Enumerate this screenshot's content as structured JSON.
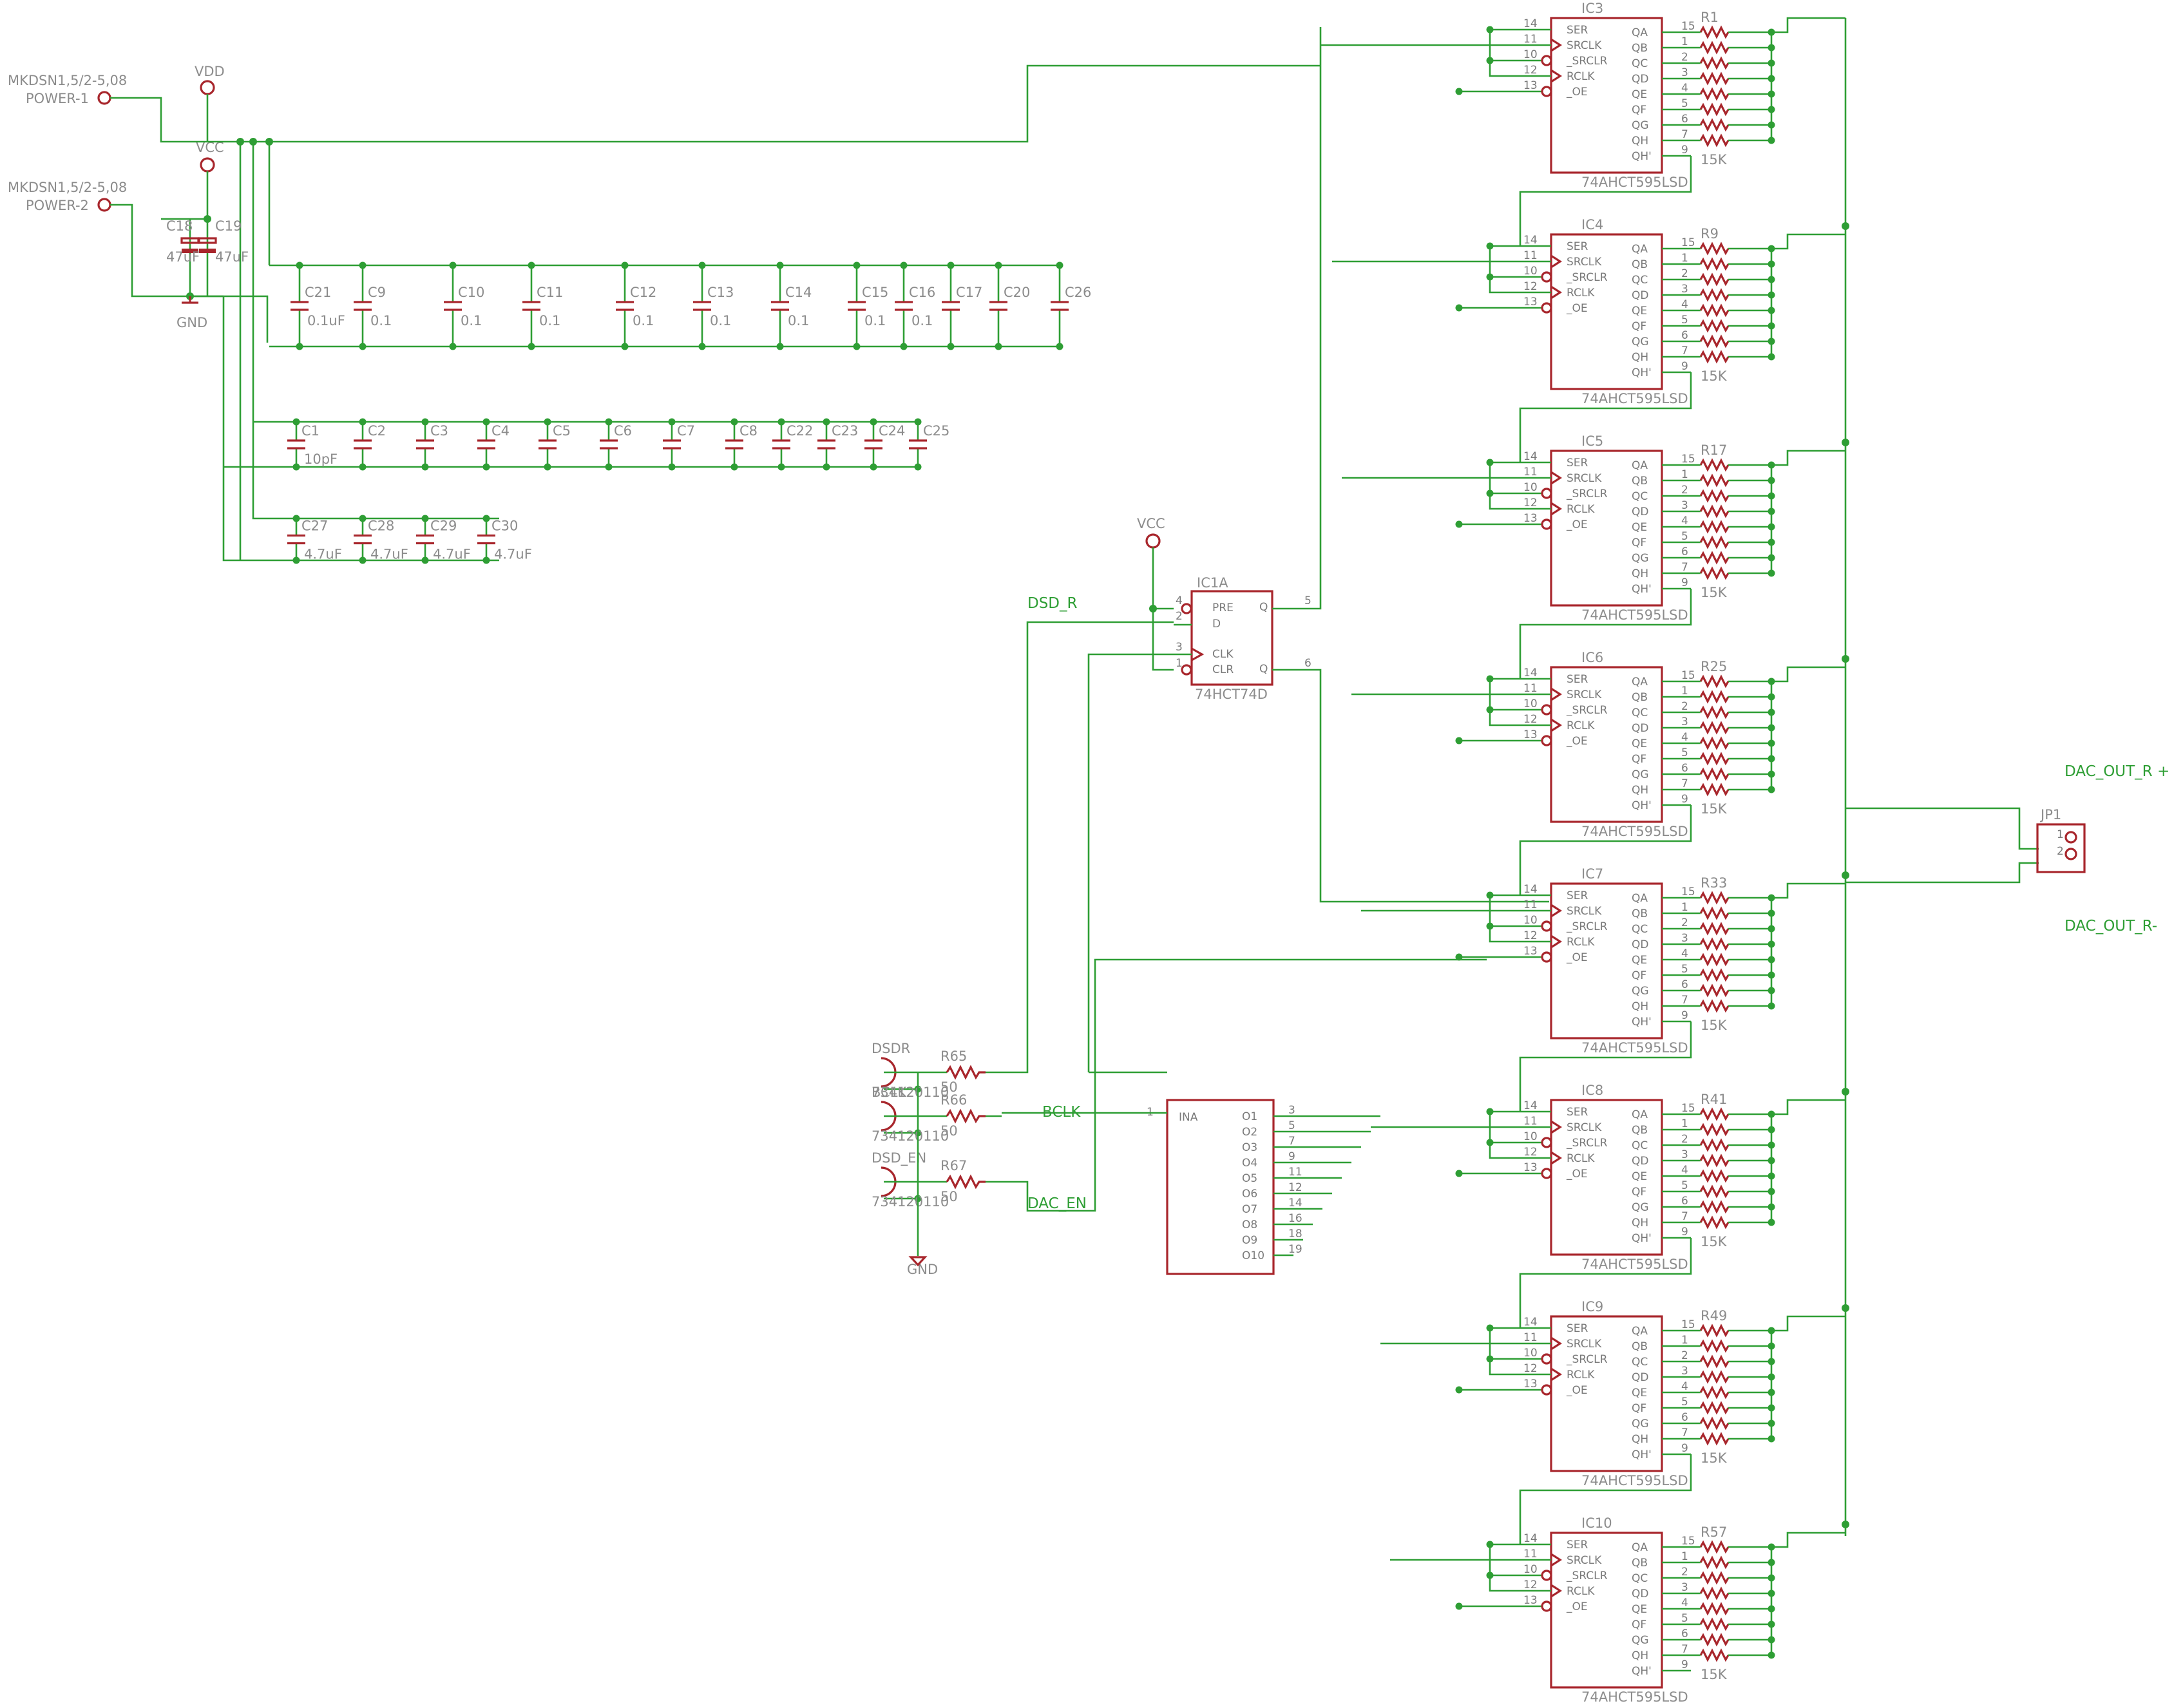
{
  "connectors": [
    {
      "part": "MKDSN1,5/2-5,08",
      "pin": "POWER-1"
    },
    {
      "part": "MKDSN1,5/2-5,08",
      "pin": "POWER-2"
    }
  ],
  "supplies": {
    "vdd": "VDD",
    "vcc": "VCC",
    "gnd": "GND"
  },
  "electrolytics": [
    {
      "name": "C18",
      "value": "47uF"
    },
    {
      "name": "C19",
      "value": "47uF"
    }
  ],
  "cap_row_1": [
    {
      "name": "C21",
      "value": "0.1uF"
    },
    {
      "name": "C9",
      "value": "0.1"
    },
    {
      "name": "C10",
      "value": "0.1"
    },
    {
      "name": "C11",
      "value": "0.1"
    },
    {
      "name": "C12",
      "value": "0.1"
    },
    {
      "name": "C13",
      "value": "0.1"
    },
    {
      "name": "C14",
      "value": "0.1"
    },
    {
      "name": "C15",
      "value": "0.1"
    },
    {
      "name": "C16",
      "value": "0.1"
    },
    {
      "name": "C17",
      "value": ""
    },
    {
      "name": "C20",
      "value": ""
    },
    {
      "name": "C26",
      "value": ""
    }
  ],
  "cap_row_2": [
    {
      "name": "C1",
      "value": "10pF"
    },
    {
      "name": "C2",
      "value": ""
    },
    {
      "name": "C3",
      "value": ""
    },
    {
      "name": "C4",
      "value": ""
    },
    {
      "name": "C5",
      "value": ""
    },
    {
      "name": "C6",
      "value": ""
    },
    {
      "name": "C7",
      "value": ""
    },
    {
      "name": "C8",
      "value": ""
    },
    {
      "name": "C22",
      "value": ""
    },
    {
      "name": "C23",
      "value": ""
    },
    {
      "name": "C24",
      "value": ""
    },
    {
      "name": "C25",
      "value": ""
    }
  ],
  "cap_row_3": [
    {
      "name": "C27",
      "value": "4.7uF"
    },
    {
      "name": "C28",
      "value": "4.7uF"
    },
    {
      "name": "C29",
      "value": "4.7uF"
    },
    {
      "name": "C30",
      "value": "4.7uF"
    }
  ],
  "flipflop": {
    "name": "IC1A",
    "part": "74HCT74D",
    "pins": [
      "PRE",
      "D",
      "CLK",
      "CLR",
      "Q",
      "Q"
    ],
    "pin_numbers": [
      "4",
      "2",
      "3",
      "1",
      "5",
      "6"
    ]
  },
  "buffer": {
    "input": "INA",
    "input_pin": "1",
    "outputs": [
      "O1",
      "O2",
      "O3",
      "O4",
      "O5",
      "O6",
      "O7",
      "O8",
      "O9",
      "O10"
    ],
    "output_pins": [
      "3",
      "5",
      "7",
      "9",
      "11",
      "12",
      "14",
      "16",
      "18",
      "19"
    ]
  },
  "shift_register": {
    "part": "74AHCT595LSD",
    "left_pins": [
      "SER",
      "SRCLK",
      "_SRCLR",
      "RCLK",
      "_OE"
    ],
    "left_pin_numbers": [
      "14",
      "11",
      "10",
      "12",
      "13"
    ],
    "right_pins": [
      "QA",
      "QB",
      "QC",
      "QD",
      "QE",
      "QF",
      "QG",
      "QH",
      "QH'"
    ],
    "right_pin_numbers": [
      "15",
      "1",
      "2",
      "3",
      "4",
      "5",
      "6",
      "7",
      "9"
    ],
    "resistor_value": "15K"
  },
  "shift_registers": [
    {
      "name": "IC3",
      "resistor": "R1"
    },
    {
      "name": "IC4",
      "resistor": "R9"
    },
    {
      "name": "IC5",
      "resistor": "R17"
    },
    {
      "name": "IC6",
      "resistor": "R25"
    },
    {
      "name": "IC7",
      "resistor": "R33"
    },
    {
      "name": "IC8",
      "resistor": "R41"
    },
    {
      "name": "IC9",
      "resistor": "R49"
    },
    {
      "name": "IC10",
      "resistor": "R57"
    }
  ],
  "inputs": [
    {
      "label": "DSDR",
      "part": "734120110",
      "resistor": "R65",
      "value": "50",
      "net": "DSD_R"
    },
    {
      "label": "BCLK",
      "part": "734120110",
      "resistor": "R66",
      "value": "50",
      "net": "BCLK"
    },
    {
      "label": "DSD_EN",
      "part": "734120110",
      "resistor": "R67",
      "value": "50",
      "net": "DAC_EN"
    }
  ],
  "jumper": {
    "name": "JP1",
    "pins": [
      "1",
      "2"
    ]
  },
  "outputs": {
    "positive": "DAC_OUT_R +",
    "negative": "DAC_OUT_R-"
  }
}
